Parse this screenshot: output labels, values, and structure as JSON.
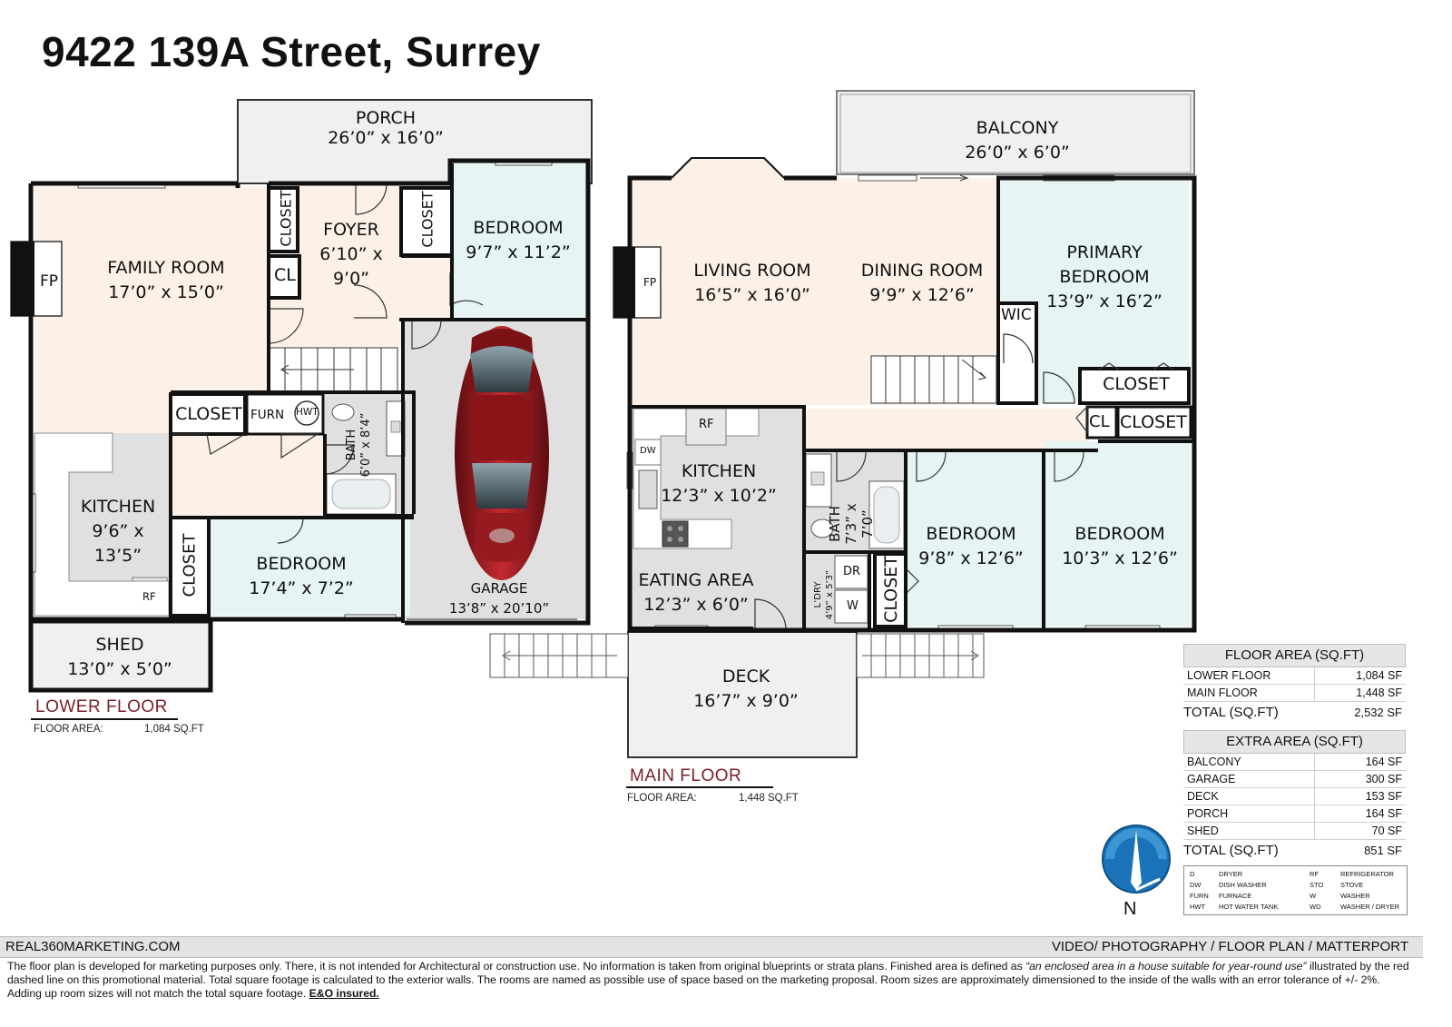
{
  "title": "9422 139A Street, Surrey",
  "lower_floor": {
    "label": "LOWER FLOOR",
    "area_label": "FLOOR AREA:",
    "area_value": "1,084 SQ.FT",
    "rooms": {
      "porch": {
        "name": "PORCH",
        "size": "26’0” x 16’0”"
      },
      "family_room": {
        "name": "FAMILY ROOM",
        "size": "17’0” x 15’0”"
      },
      "foyer": {
        "name": "FOYER",
        "size": "6’10” x 9’0”"
      },
      "bedroom_top": {
        "name": "BEDROOM",
        "size": "9’7” x 11’2”"
      },
      "kitchen": {
        "name": "KITCHEN",
        "size": "9’6” x 13’5”"
      },
      "bedroom_bottom": {
        "name": "BEDROOM",
        "size": "17’4” x 7’2”"
      },
      "garage": {
        "name": "GARAGE",
        "size": "13’8” x 20’10”"
      },
      "shed": {
        "name": "SHED",
        "size": "13’0” x 5’0”"
      },
      "bath": {
        "name": "BATH",
        "size": "6’0” x 8’4”"
      }
    },
    "labels": {
      "fp": "FP",
      "closet": "CLOSET",
      "cl": "CL",
      "furn": "FURN",
      "hwt": "HWT",
      "rf": "RF"
    }
  },
  "main_floor": {
    "label": "MAIN FLOOR",
    "area_label": "FLOOR AREA:",
    "area_value": "1,448 SQ.FT",
    "rooms": {
      "balcony": {
        "name": "BALCONY",
        "size": "26’0” x 6’0”"
      },
      "living_room": {
        "name": "LIVING ROOM",
        "size": "16’5” x 16’0”"
      },
      "dining_room": {
        "name": "DINING ROOM",
        "size": "9’9” x 12’6”"
      },
      "primary_bedroom": {
        "name1": "PRIMARY",
        "name2": "BEDROOM",
        "size": "13’9” x 16’2”"
      },
      "kitchen": {
        "name": "KITCHEN",
        "size": "12’3” x 10’2”"
      },
      "eating_area": {
        "name": "EATING AREA",
        "size": "12’3” x 6’0”"
      },
      "bath": {
        "name": "BATH",
        "size": "7’3” x 7’0”"
      },
      "laundry": {
        "name": "L’DRY",
        "size": "4’9” x 5’3”"
      },
      "bedroom_mid": {
        "name": "BEDROOM",
        "size": "9’8” x 12’6”"
      },
      "bedroom_right": {
        "name": "BEDROOM",
        "size": "10’3” x 12’6”"
      },
      "deck": {
        "name": "DECK",
        "size": "16’7” x 9’0”"
      }
    },
    "labels": {
      "fp": "FP",
      "wic": "WIC",
      "closet": "CLOSET",
      "cl": "CL",
      "rf": "RF",
      "dw": "DW",
      "dr": "DR",
      "w": "W"
    }
  },
  "floor_area_table": {
    "header": "FLOOR AREA (SQ.FT)",
    "rows": [
      {
        "label": "LOWER FLOOR",
        "value": "1,084 SF"
      },
      {
        "label": "MAIN FLOOR",
        "value": "1,448 SF"
      }
    ],
    "total_label": "TOTAL (SQ.FT)",
    "total_value": "2,532 SF"
  },
  "extra_area_table": {
    "header": "EXTRA AREA (SQ.FT)",
    "rows": [
      {
        "label": "BALCONY",
        "value": "164 SF"
      },
      {
        "label": "GARAGE",
        "value": "300 SF"
      },
      {
        "label": "DECK",
        "value": "153 SF"
      },
      {
        "label": "PORCH",
        "value": "164 SF"
      },
      {
        "label": "SHED",
        "value": "70 SF"
      }
    ],
    "total_label": "TOTAL (SQ.FT)",
    "total_value": "851 SF"
  },
  "legend": [
    {
      "code": "D",
      "desc": "DRYER"
    },
    {
      "code": "DW",
      "desc": "DISH WASHER"
    },
    {
      "code": "FURN",
      "desc": "FURNACE"
    },
    {
      "code": "HWT",
      "desc": "HOT WATER TANK"
    },
    {
      "code": "RF",
      "desc": "REFRIGERATOR"
    },
    {
      "code": "STO",
      "desc": "STOVE"
    },
    {
      "code": "W",
      "desc": "WASHER"
    },
    {
      "code": "WD",
      "desc": "WASHER / DRYER"
    }
  ],
  "compass": {
    "label": "N",
    "icon": "north-compass-icon",
    "color": "#1a73b8"
  },
  "footer": {
    "left": "REAL360MARKETING.COM",
    "right": "VIDEO/ PHOTOGRAPHY / FLOOR PLAN / MATTERPORT",
    "disclaimer_1": "The floor plan is developed for marketing purposes only. There, it is not intended for Architectural or construction use. No information is  taken from original blueprints or strata plans. Finished area is defined as ",
    "disclaimer_quote": "“an enclosed area in a house suitable for year-round use”",
    "disclaimer_2": " illustrated by the red dashed line on this promotional material. Total square footage is calculated to the exterior walls. The rooms are named as possible use of space based on the marketing proposal. Room sizes are approximately dimensioned to the inside of the walls with an error tolerance of +/- 2%. Adding up room sizes will not match the total square footage. ",
    "disclaimer_eo": "E&O insured."
  },
  "colors": {
    "living": "#fdf1e7",
    "bedroom": "#e6f4f4",
    "service": "#e0e0e0",
    "outdoor": "#f0f0f0",
    "wall": "#111111",
    "car": "#a01c22",
    "floor_label": "#7a1f2a"
  }
}
